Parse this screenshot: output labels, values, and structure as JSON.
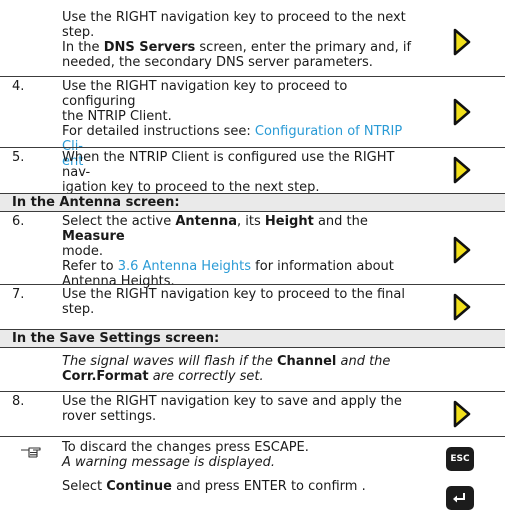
{
  "rows": {
    "r_top": {
      "l1": "Use the RIGHT navigation key to proceed to the next",
      "l2": "step.",
      "l3a": "In the ",
      "l3b": "DNS Servers",
      "l3c": " screen, enter the primary and, if",
      "l4": "needed, the secondary DNS server parameters."
    },
    "r4": {
      "num": "4.",
      "l1": "Use the RIGHT navigation key to proceed to configuring",
      "l2": "the NTRIP Client.",
      "l3a": "For detailed instructions see: ",
      "l3b": "Configuration of NTRIP Cli-",
      "l4": "ent"
    },
    "r5": {
      "num": "5.",
      "l1": "When the NTRIP Client is configured use the RIGHT nav-",
      "l2": "igation key to proceed to the next step."
    },
    "r6": {
      "num": "6.",
      "l1a": "Select the active ",
      "l1b": "Antenna",
      "l1c": ", its ",
      "l1d": "Height",
      "l1e": " and the ",
      "l1f": "Measure",
      "l2": "mode.",
      "l3a": "Refer to ",
      "l3b": "3.6 Antenna Heights",
      "l3c": " for information about",
      "l4": "Antenna Heights."
    },
    "r7": {
      "num": "7.",
      "l1": "Use the RIGHT navigation key to proceed to the final",
      "l2": "step."
    },
    "r_note": {
      "l1a": "The signal waves will flash if the ",
      "l1b": "Channel",
      "l1c": " and the",
      "l2a": "Corr.Format",
      "l2b": " are correctly set."
    },
    "r8": {
      "num": "8.",
      "l1": "Use the RIGHT navigation key to save and apply the",
      "l2": "rover settings."
    },
    "tip": {
      "l1": "To discard the changes press ESCAPE.",
      "l2": "A warning message is displayed.",
      "l3a": "Select ",
      "l3b": "Continue",
      "l3c": " and press ENTER to confirm ."
    }
  },
  "sections": {
    "antenna": "In the Antenna screen:",
    "save": "In the Save Settings screen:"
  },
  "keys": {
    "esc_label": "ESC",
    "arrow_fill": "#f2e01b",
    "arrow_stroke": "#111111"
  },
  "icons": {
    "right_key": "right-arrow-key-icon",
    "esc_key": "esc-key-icon",
    "enter_key": "enter-key-icon",
    "hint": "pointing-hand-icon"
  }
}
